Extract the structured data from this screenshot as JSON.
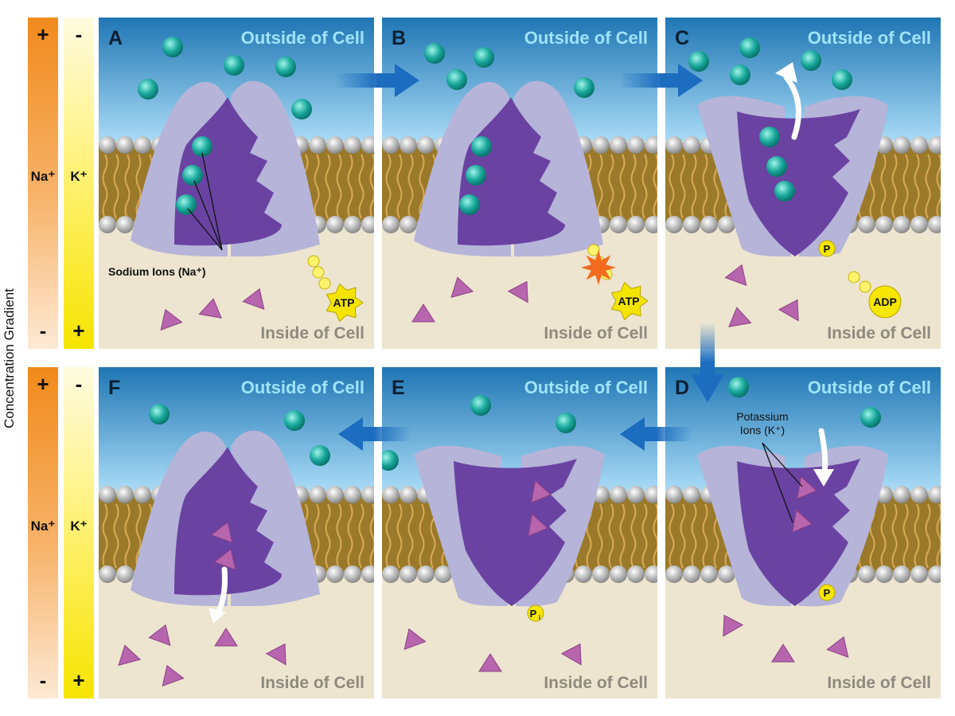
{
  "concentration_gradient": "Concentration Gradient",
  "gradient_bars": {
    "top": {
      "na_plus": "+",
      "na_minus": "-",
      "k_minus": "-",
      "k_plus": "+"
    },
    "bottom": {
      "na_plus": "+",
      "na_minus": "-",
      "k_minus": "-",
      "k_plus": "+"
    },
    "na_label": "Na⁺",
    "k_label": "K⁺"
  },
  "region_labels": {
    "outside": "Outside of Cell",
    "inside": "Inside of Cell"
  },
  "panels": [
    {
      "letter": "A"
    },
    {
      "letter": "B"
    },
    {
      "letter": "C"
    },
    {
      "letter": "D"
    },
    {
      "letter": "E"
    },
    {
      "letter": "F"
    }
  ],
  "annotations": {
    "sodium_ions": "Sodium Ions (Na⁺)",
    "potassium_ions_line1": "Potassium",
    "potassium_ions_line2": "Ions (K⁺)"
  },
  "molecules": {
    "atp": "ATP",
    "adp": "ADP",
    "phosphate": "P",
    "inorganic_phosphate": "P",
    "inorganic_sub": "i"
  },
  "colors": {
    "sky_top": "#1f76b4",
    "sky_bottom": "#a9dbf6",
    "cytoplasm": "#ede5cf",
    "membrane": "#9a7a2a",
    "head": "#a9a9a9",
    "protein_outer": "#b6b4d8",
    "protein_inner": "#6a43a2",
    "sodium": "#1aa89c",
    "potassium": "#b766ae",
    "arrow": "#1c6cbf",
    "atp": "#f4e400"
  }
}
